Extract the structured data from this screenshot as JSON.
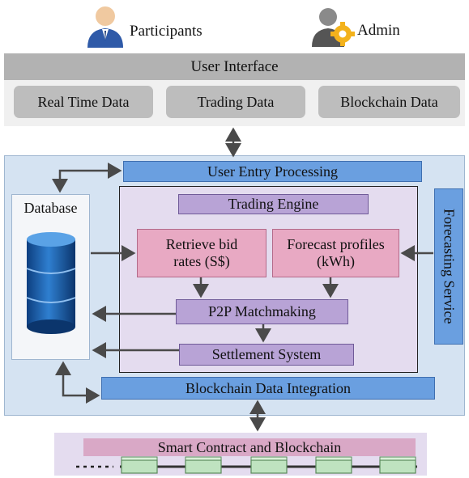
{
  "actors": {
    "participants_label": "Participants",
    "admin_label": "Admin"
  },
  "user_interface": {
    "title": "User Interface",
    "items": [
      "Real Time Data",
      "Trading Data",
      "Blockchain Data"
    ]
  },
  "user_entry_processing": "User Entry Processing",
  "database": {
    "label": "Database"
  },
  "trading_engine": {
    "title": "Trading Engine",
    "retrieve_bid": "Retrieve bid rates (S$)",
    "forecast_profiles": "Forecast profiles (kWh)",
    "p2p": "P2P Matchmaking",
    "settlement": "Settlement System"
  },
  "forecasting_service": "Forecasting Service",
  "blockchain_integration": "Blockchain Data Integration",
  "smart_contract": {
    "title": "Smart Contract and Blockchain",
    "block_count": 5
  },
  "colors": {
    "ui_bar": "#b2b2b2",
    "pill": "#bdbdbd",
    "core_bg": "#d5e3f2",
    "blue_bar": "#6a9fe0",
    "engine_bg": "#e4dcef",
    "purple_box": "#b8a3d6",
    "pink_box": "#e8a9c3",
    "block_green": "#bfe3c0",
    "arrow": "#4a4a4a"
  },
  "icons": [
    "participant-person-icon",
    "admin-gear-person-icon",
    "database-cylinder-icon",
    "blockchain-block-icon"
  ]
}
